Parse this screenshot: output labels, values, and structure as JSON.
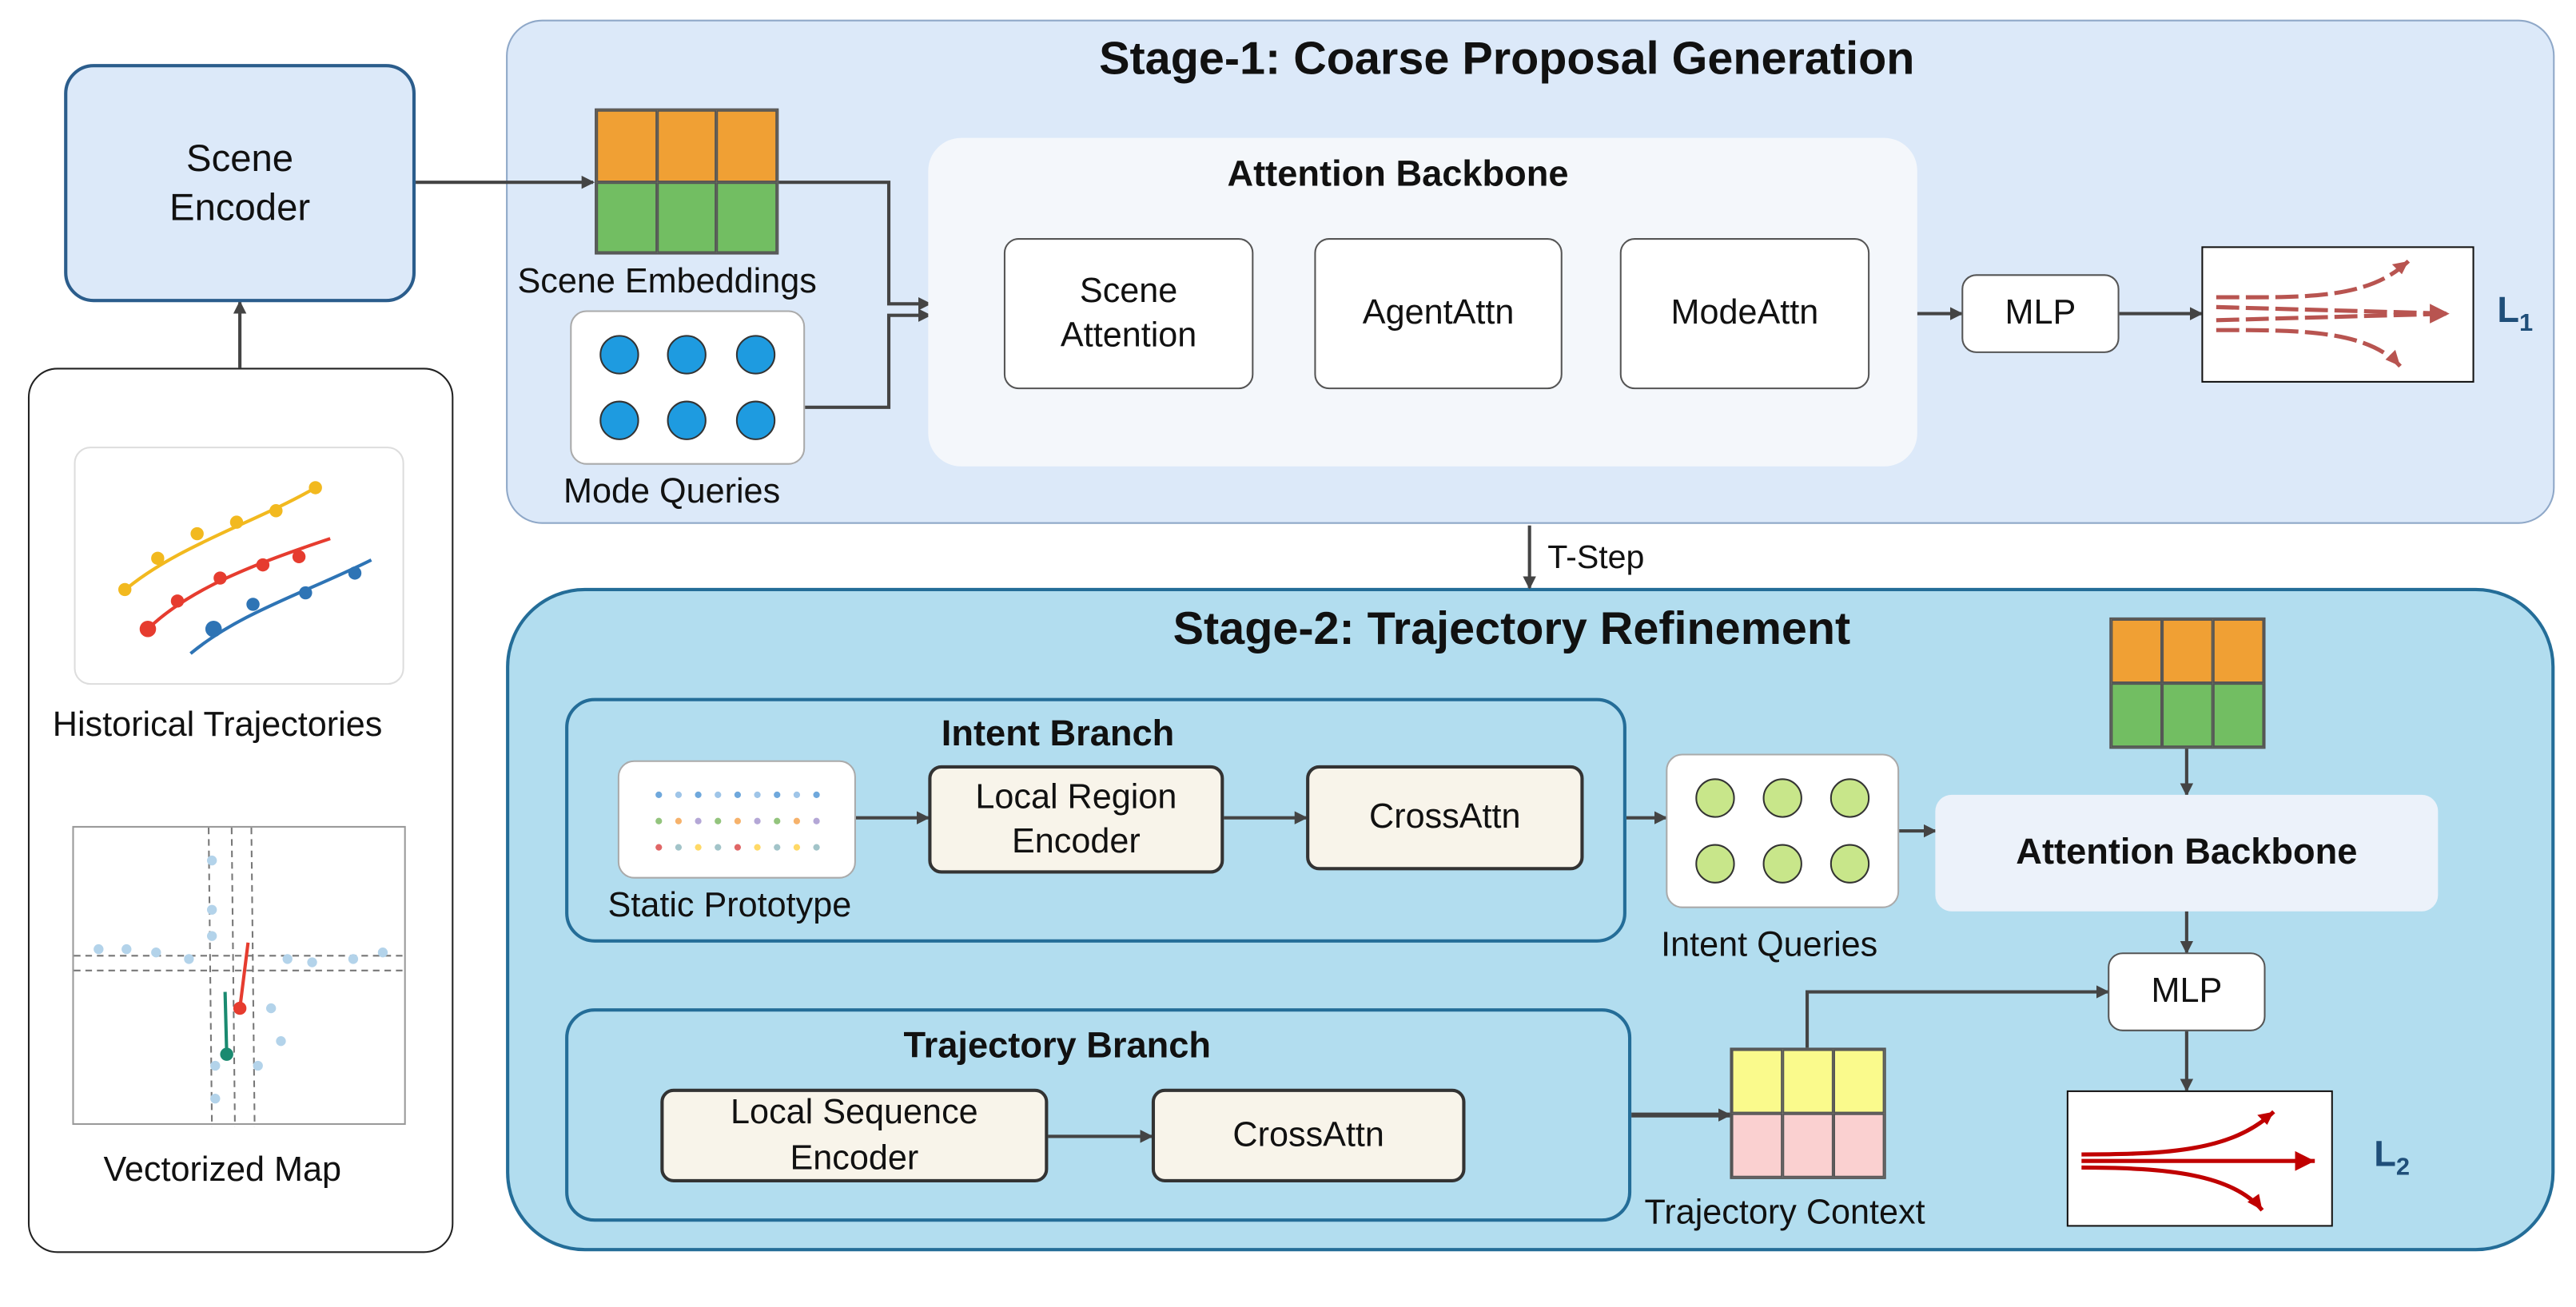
{
  "colors": {
    "stage1_bg": "#dce9f9",
    "stage2_bg": "#b2ddef",
    "orange": "#f0a034",
    "green": "#72be62",
    "yellow": "#fafa8c",
    "pink": "#fad0d0",
    "mode_query_dot": "#1e9be0",
    "intent_query_dot": "#c8e68a"
  },
  "left_panel": {
    "scene_encoder": "Scene\nEncoder",
    "historical_trajectories": "Historical Trajectories",
    "vectorized_map": "Vectorized Map"
  },
  "stage1": {
    "title": "Stage-1: Coarse Proposal Generation",
    "scene_embeddings": "Scene Embeddings",
    "mode_queries": "Mode Queries",
    "backbone_title": "Attention Backbone",
    "scene_attention": "Scene\nAttention",
    "agent_attn": "AgentAttn",
    "mode_attn": "ModeAttn",
    "mlp": "MLP",
    "loss_main": "L",
    "loss_sub": "1"
  },
  "tstep": "T-Step",
  "stage2": {
    "title": "Stage-2: Trajectory Refinement",
    "intent_branch": "Intent Branch",
    "static_prototype": "Static Prototype",
    "local_region_encoder": "Local Region\nEncoder",
    "cross_attn_intent": "CrossAttn",
    "intent_queries": "Intent Queries",
    "backbone": "Attention Backbone",
    "mlp": "MLP",
    "trajectory_branch": "Trajectory Branch",
    "local_sequence_encoder": "Local Sequence\nEncoder",
    "cross_attn_traj": "CrossAttn",
    "trajectory_context": "Trajectory Context",
    "loss_main": "L",
    "loss_sub": "2"
  }
}
